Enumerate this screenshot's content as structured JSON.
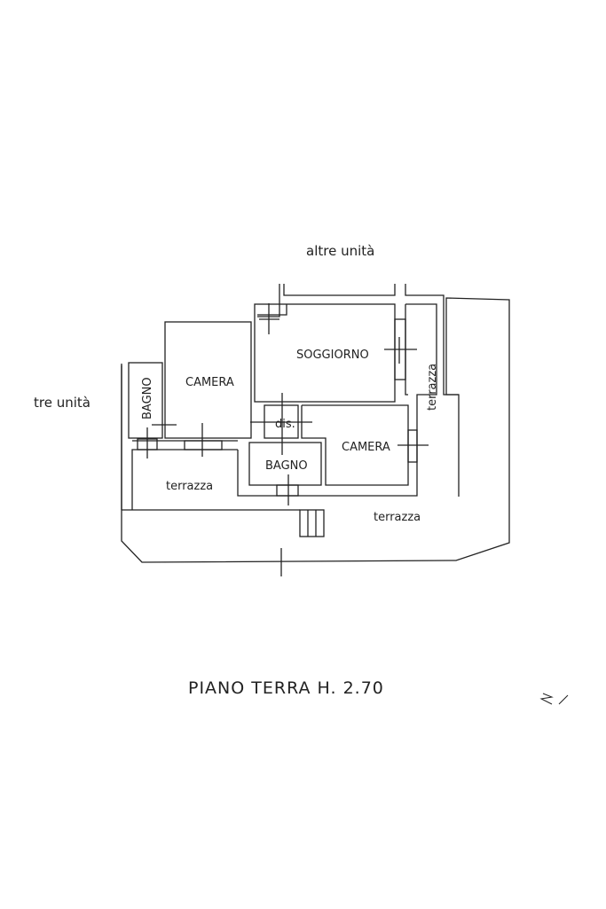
{
  "plan": {
    "neighbors_top": "altre unità",
    "neighbors_left": "tre unità",
    "rooms": {
      "soggiorno": "SOGGIORNO",
      "camera_left": "CAMERA",
      "camera_right": "CAMERA",
      "bagno_left": "BAGNO",
      "bagno_center": "BAGNO",
      "disimpegno": "dis.",
      "terrazza_left": "terrazza",
      "terrazza_right": "terrazza",
      "terrazza_bottom": "terrazza"
    },
    "title": "PIANO TERRA H. 2.70",
    "north_label": "N"
  }
}
